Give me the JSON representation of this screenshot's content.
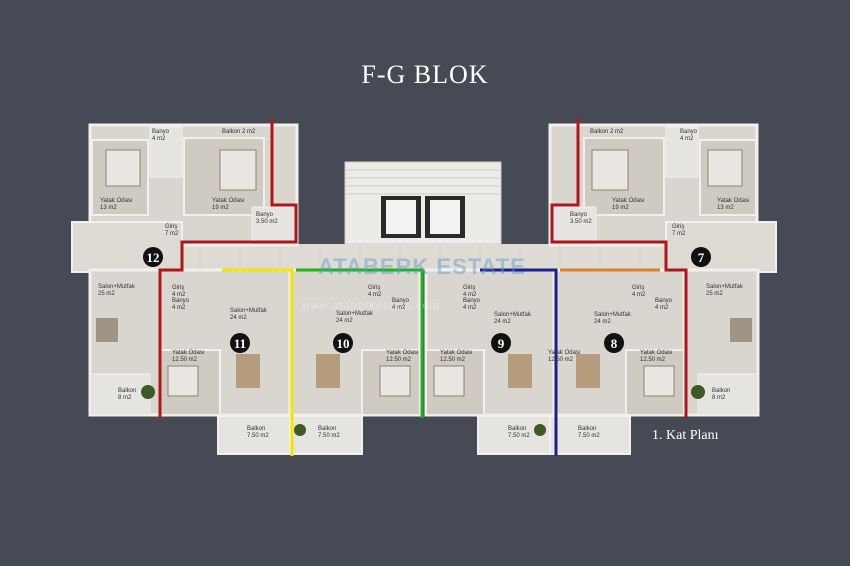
{
  "header": {
    "title": "F-G BLOK"
  },
  "caption": "1. Kat Planı",
  "watermark": {
    "main": "ATABERK ESTATE",
    "sub": "www.ataberkestate.com"
  },
  "colors": {
    "background": "#454a54",
    "floor": "#d9d5cf",
    "wall": "#f2f0ec",
    "unit_7": "#d7832b",
    "unit_8": "#d7832b",
    "unit_9": "#1d1f8c",
    "unit_10": "#1fb320",
    "unit_11": "#f3e600",
    "unit_12": "#b0161a",
    "corridor": "#9a1616"
  },
  "units": [
    {
      "number": "12",
      "rooms": [
        {
          "name": "Banyo",
          "area": "4 m2"
        },
        {
          "name": "Balkon 2 m2",
          "area": ""
        },
        {
          "name": "Yatak Odası",
          "area": "13 m2"
        },
        {
          "name": "Yatak Odası",
          "area": "19 m2"
        },
        {
          "name": "Banyo",
          "area": "3.50 m2"
        },
        {
          "name": "Giriş",
          "area": "7 m2"
        }
      ]
    },
    {
      "number": "7",
      "rooms": [
        {
          "name": "Balkon 2 m2",
          "area": ""
        },
        {
          "name": "Banyo",
          "area": "4 m2"
        },
        {
          "name": "Yatak Odası",
          "area": "19 m2"
        },
        {
          "name": "Yatak Odası",
          "area": "13 m2"
        },
        {
          "name": "Banyo",
          "area": "3.50 m2"
        },
        {
          "name": "Giriş",
          "area": "7 m2"
        }
      ]
    }
  ],
  "rooms": [
    {
      "id": "r1",
      "name": "Banyo",
      "area": "4 m2"
    },
    {
      "id": "r2",
      "name": "Balkon 2 m2",
      "area": ""
    },
    {
      "id": "r3",
      "name": "Yatak Odası",
      "area": "13 m2"
    },
    {
      "id": "r4",
      "name": "Yatak Odası",
      "area": "19 m2"
    },
    {
      "id": "r5",
      "name": "Banyo",
      "area": "3.50 m2"
    },
    {
      "id": "r6",
      "name": "Giriş",
      "area": "7 m2"
    },
    {
      "id": "r7",
      "name": "Salon+Mutfak",
      "area": "25 m2"
    },
    {
      "id": "r8",
      "name": "Balkon",
      "area": "8 m2"
    },
    {
      "id": "r9",
      "name": "Giriş",
      "area": "4 m2"
    },
    {
      "id": "r10",
      "name": "Banyo",
      "area": "4 m2"
    },
    {
      "id": "r11",
      "name": "Salon+Mutfak",
      "area": "24 m2"
    },
    {
      "id": "r12",
      "name": "Yatak Odası",
      "area": "12.50 m2"
    },
    {
      "id": "r13",
      "name": "Balkon",
      "area": "7.50 m2"
    },
    {
      "id": "r14",
      "name": "Balkon",
      "area": "7.50 m2"
    },
    {
      "id": "r15",
      "name": "Giriş",
      "area": "4 m2"
    },
    {
      "id": "r16",
      "name": "Salon+Mutfak",
      "area": "24 m2"
    },
    {
      "id": "r17",
      "name": "Banyo",
      "area": "4 m2"
    },
    {
      "id": "r18",
      "name": "Yatak Odası",
      "area": "12.50 m2"
    },
    {
      "id": "r19",
      "name": "Giriş",
      "area": "4 m2"
    },
    {
      "id": "r20",
      "name": "Banyo",
      "area": "4 m2"
    },
    {
      "id": "r21",
      "name": "Yatak Odası",
      "area": "12.50 m2"
    },
    {
      "id": "r22",
      "name": "Salon+Mutfak",
      "area": "24 m2"
    },
    {
      "id": "r23",
      "name": "Balkon",
      "area": "7.50 m2"
    },
    {
      "id": "r24",
      "name": "Giriş",
      "area": "4 m2"
    },
    {
      "id": "r25",
      "name": "Salon+Mutfak",
      "area": "24 m2"
    },
    {
      "id": "r26",
      "name": "Banyo",
      "area": "4 m2"
    },
    {
      "id": "r27",
      "name": "Yatak Odası",
      "area": "12.50 m2"
    },
    {
      "id": "r28",
      "name": "Balkon",
      "area": "7.50 m2"
    },
    {
      "id": "r29",
      "name": "Balkon 2 m2",
      "area": ""
    },
    {
      "id": "r30",
      "name": "Banyo",
      "area": "4 m2"
    },
    {
      "id": "r31",
      "name": "Yatak Odası",
      "area": "19 m2"
    },
    {
      "id": "r32",
      "name": "Yatak Odası",
      "area": "13 m2"
    },
    {
      "id": "r33",
      "name": "Banyo",
      "area": "3.50 m2"
    },
    {
      "id": "r34",
      "name": "Giriş",
      "area": "7 m2"
    },
    {
      "id": "r35",
      "name": "Salon+Mutfak",
      "area": "25 m2"
    },
    {
      "id": "r36",
      "name": "Balkon",
      "area": "8 m2"
    },
    {
      "id": "r37",
      "name": "Yatak Odası",
      "area": "12.50 m2"
    }
  ],
  "unit_numbers": [
    "12",
    "11",
    "10",
    "9",
    "8",
    "7"
  ]
}
